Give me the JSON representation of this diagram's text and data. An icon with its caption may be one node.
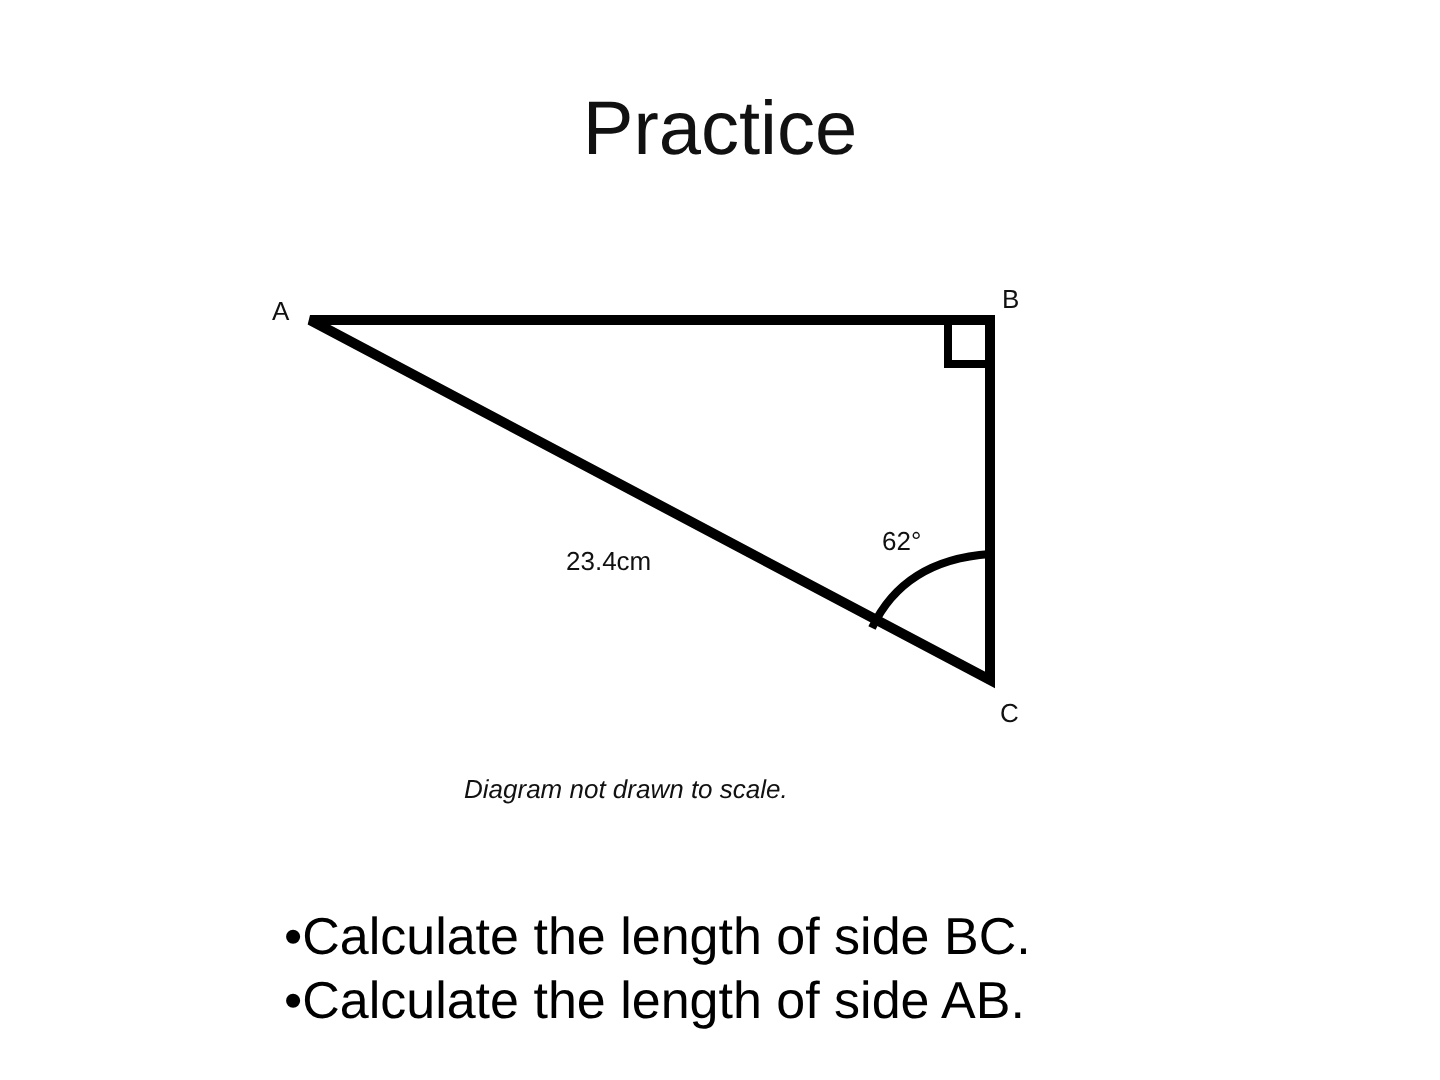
{
  "diagram": {
    "title": "Practice",
    "labels": [
      "A",
      "B",
      "62°",
      "23.4cm",
      "C",
      "Diagram not drawn to scale.",
      "•Calculate the length of side BC.",
      "•Calculate the length of side AB."
    ]
  }
}
